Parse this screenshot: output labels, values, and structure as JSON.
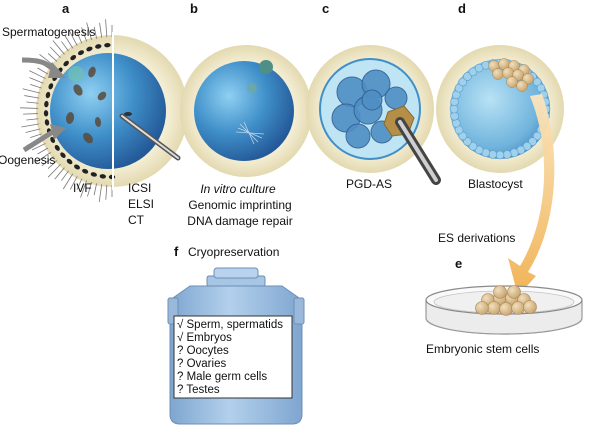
{
  "panels": {
    "a": {
      "label": "a",
      "top_left_text": "Spermatogenesis",
      "bottom_left_text": "Oogenesis",
      "ivf_label": "IVF",
      "techniques": [
        "ICSI",
        "ELSI",
        "CT"
      ]
    },
    "b": {
      "label": "b",
      "lines": [
        "In vitro culture",
        "Genomic imprinting",
        "DNA damage repair"
      ]
    },
    "c": {
      "label": "c",
      "caption": "PGD-AS"
    },
    "d": {
      "label": "d",
      "caption": "Blastocyst",
      "arrow_label": "ES derivations"
    },
    "e": {
      "label": "e",
      "caption": "Embryonic stem cells"
    },
    "f": {
      "label": "f",
      "title": "Cryopreservation",
      "items": [
        "√ Sperm, spermatids",
        "√ Embryos",
        "? Oocytes",
        "? Ovaries",
        "? Male germ cells",
        "? Testes"
      ]
    }
  },
  "colors": {
    "zona": "#ede6c6",
    "cell_blue": "#3f8fc9",
    "tank_blue": "#9ec0e2",
    "arrow_orange": "#f2bf6a",
    "cell_tan": "#d6ba8c"
  }
}
